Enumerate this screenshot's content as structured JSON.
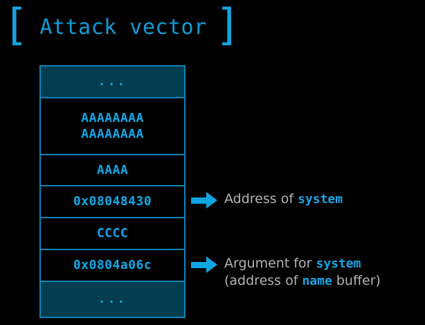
{
  "title": {
    "bracket_left": "[",
    "text": "Attack vector",
    "bracket_right": "]"
  },
  "stack": {
    "rows": [
      {
        "name": "ellipsis-top",
        "value": "...",
        "filled": true
      },
      {
        "name": "filler-aaaa-1",
        "value": "AAAAAAAA",
        "filled": false
      },
      {
        "name": "filler-aaaa-2",
        "value": "AAAAAAAA",
        "filled": false
      },
      {
        "name": "filler-aaaa-3",
        "value": "AAAA",
        "filled": false
      },
      {
        "name": "address-system",
        "value": "0x08048430",
        "filled": false
      },
      {
        "name": "filler-cccc",
        "value": "CCCC",
        "filled": false
      },
      {
        "name": "address-arg",
        "value": "0x0804a06c",
        "filled": false
      },
      {
        "name": "ellipsis-bottom",
        "value": "...",
        "filled": true
      }
    ]
  },
  "annotations": {
    "system": {
      "line1_prefix": "Address of ",
      "line1_code": "system"
    },
    "argument": {
      "line1_prefix": "Argument for ",
      "line1_code": "system",
      "line2_prefix": "(address of ",
      "line2_code": "name",
      "line2_suffix": " buffer)"
    },
    "arrow_icon": "right-arrow-icon"
  },
  "colors": {
    "background": "#000000",
    "accent_cyan": "#0fa9e8",
    "border_cyan": "#0d84b4",
    "fill_teal": "#043c50",
    "text_gray": "#b5b5b5"
  }
}
